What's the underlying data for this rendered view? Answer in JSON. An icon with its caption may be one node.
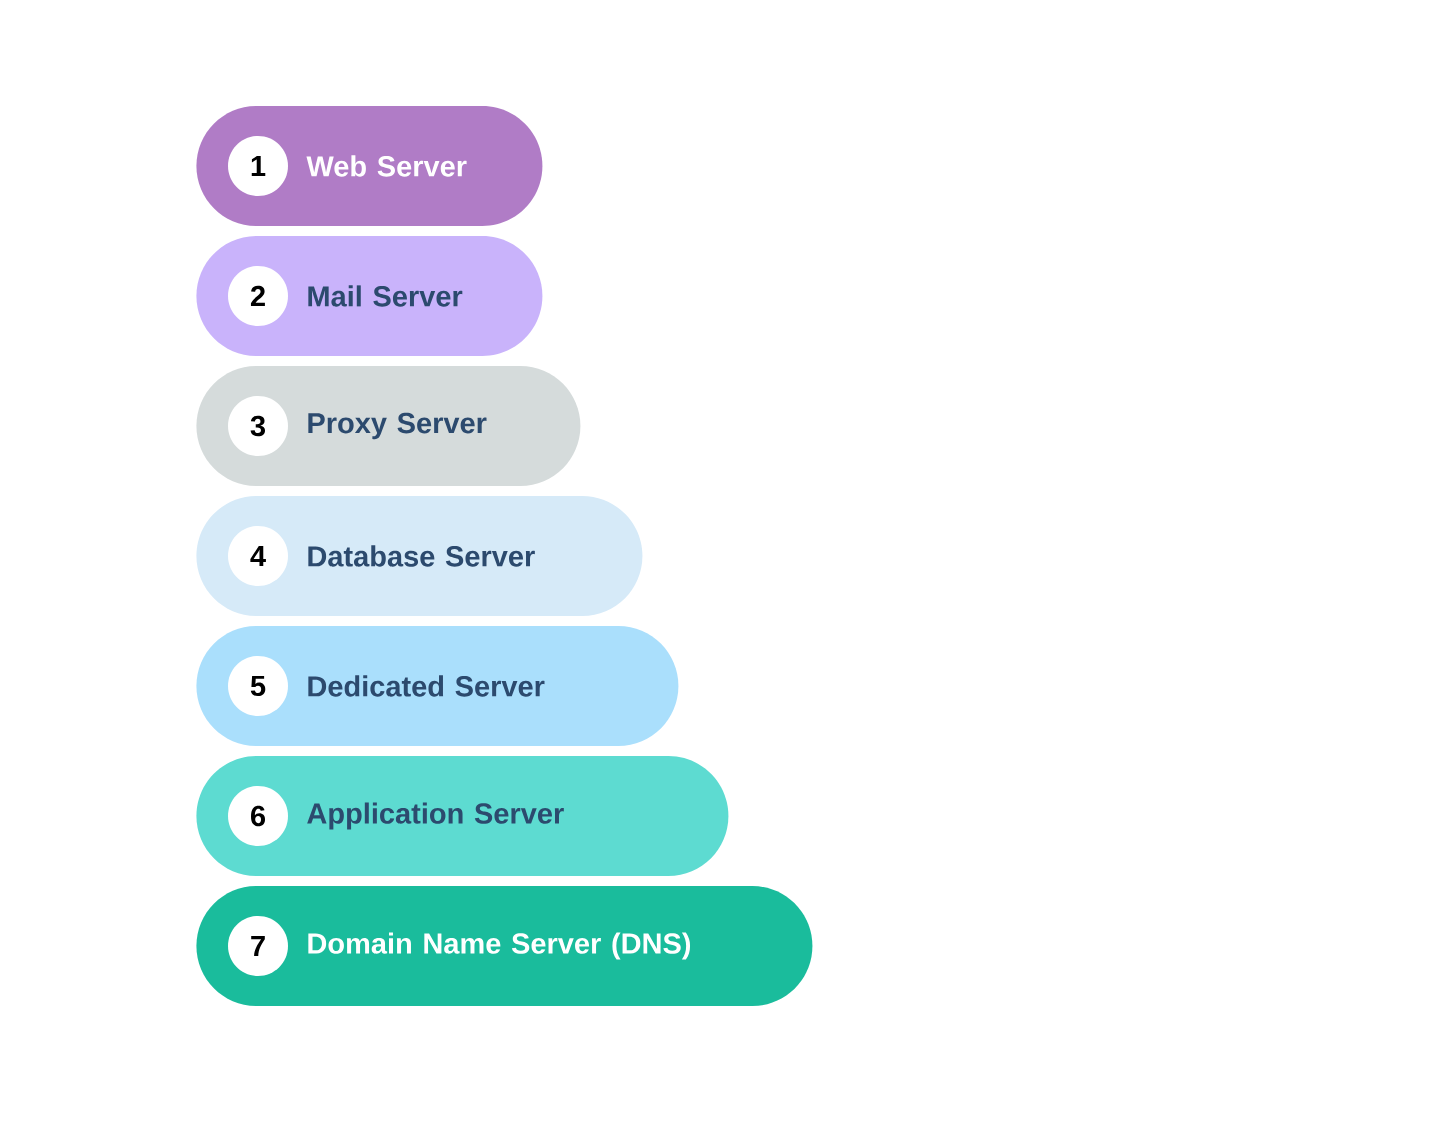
{
  "diagram": {
    "nodes": [
      {
        "text": [
          "Web Server"
        ]
      },
      {
        "text": [
          "1"
        ],
        "in": 0
      },
      {
        "text": [
          "Mail Server"
        ]
      },
      {
        "text": [
          "2"
        ],
        "in": 2
      },
      {
        "text": [
          "Proxy Server"
        ]
      },
      {
        "text": [
          "3"
        ],
        "in": 4
      },
      {
        "text": [
          "Database Server"
        ]
      },
      {
        "text": [
          "4"
        ],
        "in": 6
      },
      {
        "text": [
          "Dedicated Server"
        ]
      },
      {
        "text": [
          "5"
        ],
        "in": 8
      },
      {
        "text": [
          "Application Server"
        ]
      },
      {
        "text": [
          "6"
        ],
        "in": 10
      },
      {
        "text": [
          "Domain Name Server (DNS)"
        ]
      },
      {
        "text": [
          "7"
        ],
        "in": 12
      }
    ]
  }
}
